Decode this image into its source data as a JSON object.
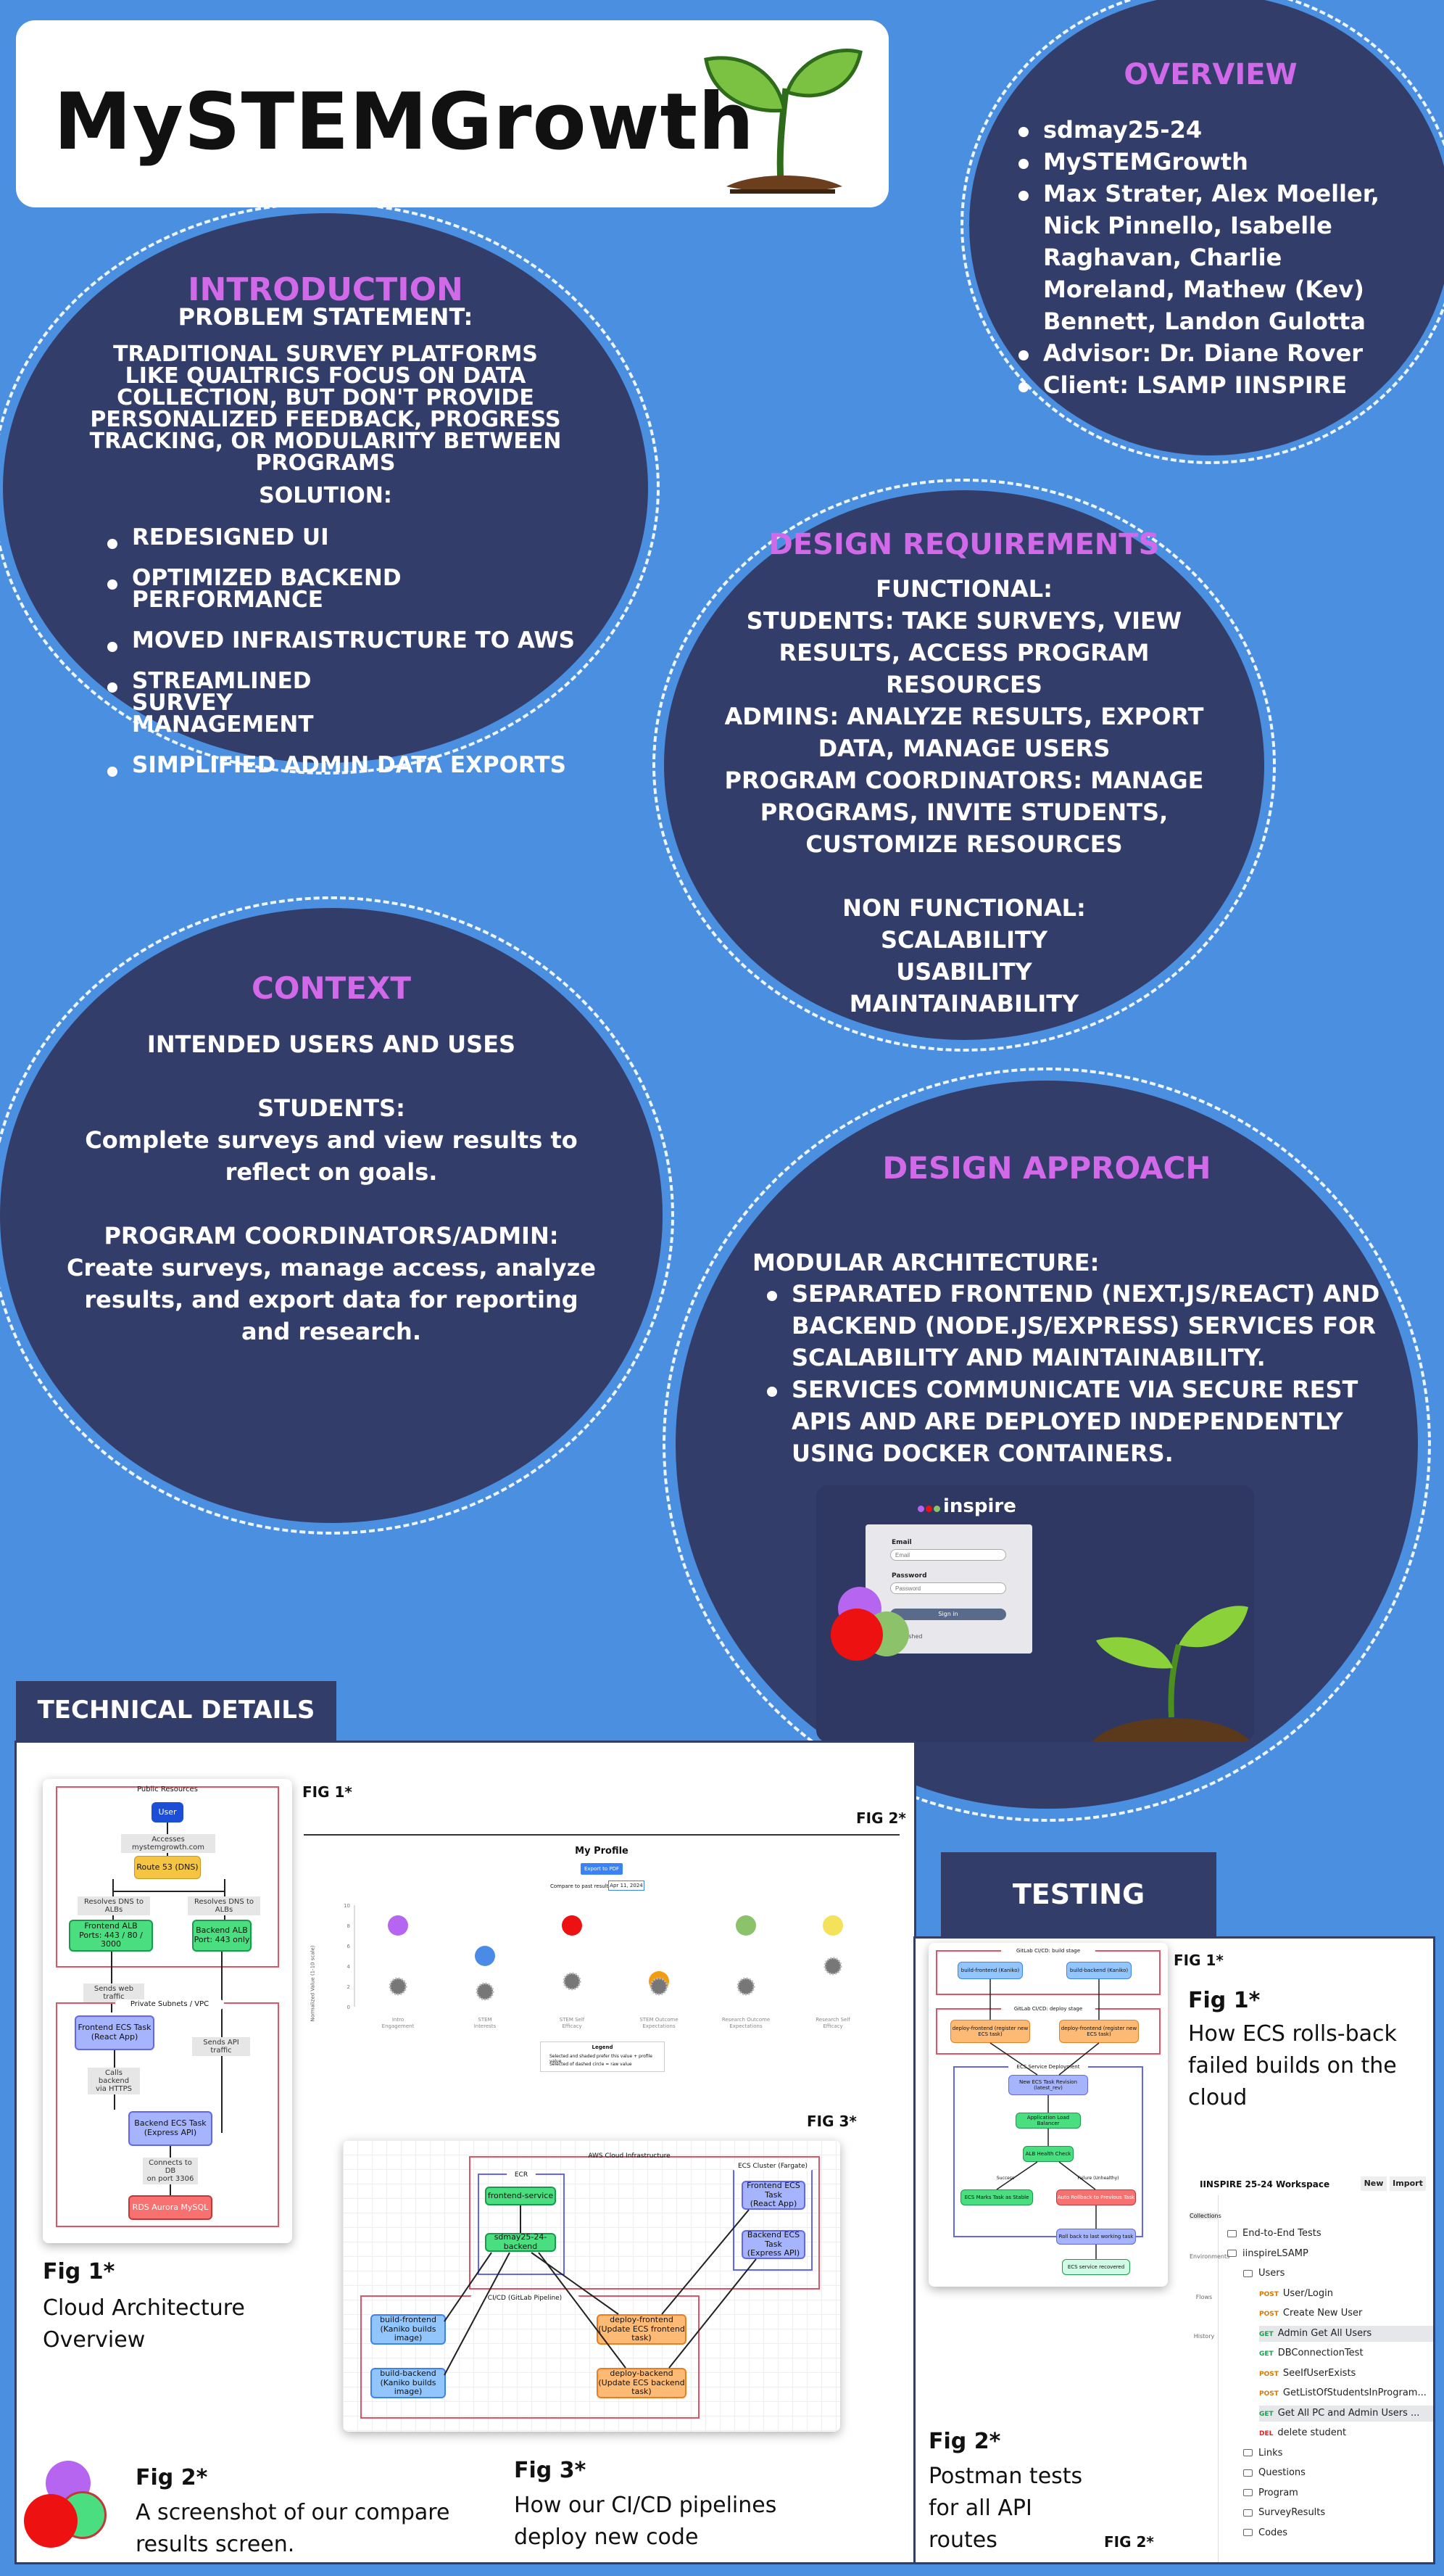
{
  "header": {
    "title": "MySTEMGrowth"
  },
  "overview": {
    "heading": "OVERVIEW",
    "items": [
      "sdmay25-24",
      "MySTEMGrowth",
      "Max Strater, Alex Moeller, Nick Pinnello, Isabelle Raghavan, Charlie Moreland, Mathew (Kev) Bennett, Landon Gulotta",
      "Advisor: Dr. Diane Rover",
      "Client: LSAMP IINSPIRE"
    ]
  },
  "introduction": {
    "heading": "INTRODUCTION",
    "problem_label": "PROBLEM STATEMENT:",
    "problem_text": "TRADITIONAL SURVEY PLATFORMS LIKE QUALTRICS FOCUS ON DATA COLLECTION, BUT DON'T PROVIDE PERSONALIZED FEEDBACK, PROGRESS TRACKING, OR MODULARITY BETWEEN PROGRAMS",
    "solution_label": "SOLUTION:",
    "solution_items": [
      "REDESIGNED UI",
      "OPTIMIZED BACKEND PERFORMANCE",
      "MOVED INFRAISTRUCTURE TO AWS",
      "STREAMLINED SURVEY MANAGEMENT",
      "SIMPLIFIED ADMIN DATA EXPORTS"
    ]
  },
  "requirements": {
    "heading": "DESIGN REQUIREMENTS",
    "functional_label": "FUNCTIONAL:",
    "functional_text": "STUDENTS: TAKE SURVEYS, VIEW RESULTS, ACCESS PROGRAM RESOURCES",
    "admins_text": "ADMINS: ANALYZE RESULTS, EXPORT DATA, MANAGE USERS",
    "coordinators_text": "PROGRAM COORDINATORS: MANAGE PROGRAMS, INVITE STUDENTS, CUSTOMIZE RESOURCES",
    "nonfunctional_label": "NON FUNCTIONAL:",
    "nonfunctional_items": [
      "SCALABILITY",
      "USABILITY",
      "MAINTAINABILITY"
    ]
  },
  "context": {
    "heading": "CONTEXT",
    "sub": "INTENDED USERS AND USES",
    "students_label": "STUDENTS:",
    "students_text": "Complete surveys and view results to reflect on goals.",
    "admin_label": "PROGRAM COORDINATORS/ADMIN:",
    "admin_text": "Create surveys, manage access, analyze results, and export data for reporting and research."
  },
  "approach": {
    "heading": "DESIGN APPROACH",
    "label": "MODULAR ARCHITECTURE:",
    "items": [
      "SEPARATED FRONTEND (NEXT.JS/REACT) AND BACKEND (NODE.JS/EXPRESS) SERVICES FOR SCALABILITY AND MAINTAINABILITY.",
      "SERVICES COMMUNICATE VIA SECURE REST APIS AND ARE DEPLOYED INDEPENDENTLY USING DOCKER CONTAINERS."
    ],
    "login": {
      "logo": "inspire",
      "email_label": "Email",
      "email_placeholder": "Email",
      "password_label": "Password",
      "password_placeholder": "Password",
      "signin": "Sign in",
      "link": "Unfinished"
    }
  },
  "technical": {
    "heading": "TECHNICAL DETAILS",
    "fig1_tag": "FIG 1*",
    "fig2_tag": "FIG 2*",
    "fig3_tag": "FIG 3*",
    "arch": {
      "public": "Public Resources",
      "user": "User",
      "accesses": "Accesses mystemgrowth.com",
      "route53": "Route 53 (DNS)",
      "resolves1": "Resolves DNS to ALBs",
      "resolves2": "Resolves DNS to ALBs",
      "frontend_alb": "Frontend ALB\nPorts: 443 / 80 / 3000",
      "backend_alb": "Backend ALB\nPort: 443 only",
      "sends_web": "Sends web traffic",
      "private": "Private Subnets / VPC",
      "frontend_task": "Frontend ECS Task\n(React App)",
      "sends_api": "Sends API traffic",
      "calls": "Calls backend\nvia HTTPS",
      "backend_task": "Backend ECS Task\n(Express API)",
      "connects": "Connects to DB\non port 3306",
      "rds": "RDS Aurora MySQL"
    },
    "profile": {
      "title": "My Profile",
      "export_btn": "Export to PDF",
      "compare_label": "Compare to past result",
      "compare_value": "Apr 11, 2024",
      "ylabel": "Normalized Value (1-10 scale)",
      "legend_title": "Legend",
      "legend_1": "Selected and shaded prefer this value + profile value",
      "legend_2": "Selected of dashed circle = raw value",
      "columns": [
        "Intro Engagement",
        "STEM Interests",
        "STEM Self Efficacy",
        "STEM Outcome Expectations",
        "Research Outcome Expectations",
        "Research Self Efficacy"
      ]
    },
    "chart_data": {
      "type": "scatter",
      "categories": [
        "Intro Engagement",
        "STEM Interests",
        "STEM Self Efficacy",
        "STEM Outcome Expectations",
        "Research Outcome Expectations",
        "Research Self Efficacy"
      ],
      "ylabel": "Normalized Value (1-10 scale)",
      "ylim": [
        0,
        10
      ],
      "series": [
        {
          "values": [
            8,
            5,
            8,
            2.5,
            8,
            8
          ],
          "colors": [
            "#b565f0",
            "#4a8be8",
            "#ee1111",
            "#f39c12",
            "#8bc26a",
            "#f4e35a"
          ]
        },
        {
          "values": [
            2,
            1.5,
            2.5,
            2,
            2,
            4
          ]
        }
      ]
    },
    "cicd": {
      "title": "AWS Cloud Infrastructure",
      "ecr": "ECR",
      "ecs": "ECS Cluster (Fargate)",
      "frontend_service": "frontend-service",
      "backend_image": "sdmay25-24-backend",
      "fe_task": "Frontend ECS Task\n(React App)",
      "be_task": "Backend ECS Task\n(Express API)",
      "pipeline": "CI/CD (GitLab Pipeline)",
      "build_fe": "build-frontend\n(Kaniko builds image)",
      "build_be": "build-backend\n(Kaniko builds image)",
      "deploy_fe": "deploy-frontend\n(Update ECS frontend task)",
      "deploy_be": "deploy-backend\n(Update ECS backend task)"
    },
    "captions": {
      "fig1_title": "Fig 1*",
      "fig1_text": "Cloud Architecture Overview",
      "fig2_title": "Fig 2*",
      "fig2_text": "A screenshot of our compare results screen.",
      "fig3_title": "Fig 3*",
      "fig3_text": "How our CI/CD pipelines deploy new code"
    }
  },
  "testing": {
    "heading": "TESTING",
    "fig1_tag": "FIG 1*",
    "fig2_tag": "FIG 2*",
    "fig1_title": "Fig 1*",
    "fig1_text": "How ECS rolls-back failed builds on the cloud",
    "fig2_title": "Fig 2*",
    "fig2_text": "Postman tests for all API routes",
    "rollback": {
      "build_stage": "GitLab CI/CD: build stage",
      "build_fe": "build-frontend (Kaniko)",
      "build_be": "build-backend (Kaniko)",
      "deploy_stage": "GitLab CI/CD: deploy stage",
      "deploy_fe": "deploy-frontend (register new ECS task)",
      "deploy_be": "deploy-frontend (register new ECS task)",
      "ecs_deploy": "ECS Service Deployment",
      "new_task": "New ECS Task Revision (latest_rev)",
      "alb": "Application Load Balancer",
      "health": "ALB Health Check",
      "pass": "Success",
      "fail": "Failure (Unhealthy)",
      "stable": "ECS Marks Task as Stable",
      "rollback": "Auto Rollback to Previous Task",
      "rollback2": "Roll back to last working task",
      "recovered": "ECS service recovered"
    },
    "postman": {
      "workspace": "IINSPIRE 25-24 Workspace",
      "new_btn": "New",
      "import_btn": "Import",
      "sidebar": [
        "Collections",
        "Environments",
        "Flows",
        "History"
      ],
      "items": [
        {
          "method": "",
          "name": "End-to-End Tests",
          "indent": 0,
          "folder": true
        },
        {
          "method": "",
          "name": "iinspireLSAMP",
          "indent": 0,
          "folder": true
        },
        {
          "method": "",
          "name": "Users",
          "indent": 1,
          "folder": true
        },
        {
          "method": "POST",
          "name": "User/Login",
          "indent": 2
        },
        {
          "method": "POST",
          "name": "Create New User",
          "indent": 2
        },
        {
          "method": "GET",
          "name": "Admin Get All Users",
          "indent": 2,
          "selected": true
        },
        {
          "method": "GET",
          "name": "DBConnectionTest",
          "indent": 2
        },
        {
          "method": "POST",
          "name": "SeeIfUserExists",
          "indent": 2
        },
        {
          "method": "POST",
          "name": "GetListOfStudentsInProgram...",
          "indent": 2
        },
        {
          "method": "GET",
          "name": "Get All PC and Admin Users ...",
          "indent": 2,
          "selected": true
        },
        {
          "method": "DEL",
          "name": "delete student",
          "indent": 2
        },
        {
          "method": "",
          "name": "Links",
          "indent": 1,
          "folder": true
        },
        {
          "method": "",
          "name": "Questions",
          "indent": 1,
          "folder": true
        },
        {
          "method": "",
          "name": "Program",
          "indent": 1,
          "folder": true
        },
        {
          "method": "",
          "name": "SurveyResults",
          "indent": 1,
          "folder": true
        },
        {
          "method": "",
          "name": "Codes",
          "indent": 1,
          "folder": true
        }
      ]
    }
  },
  "colors": {
    "background": "#4a8fe0",
    "navy": "#333d6a",
    "accent": "#d269e8"
  }
}
